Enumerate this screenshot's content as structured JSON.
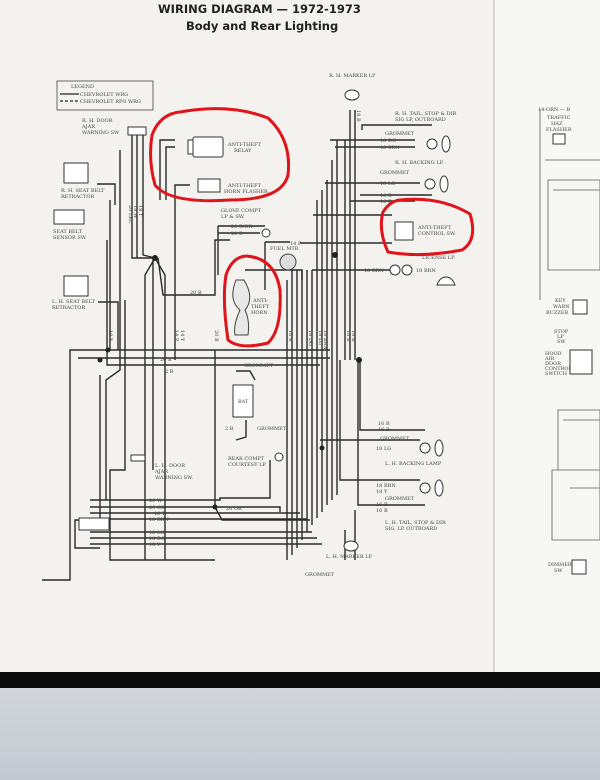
{
  "header": {
    "title": "WIRING  DIAGRAM — 1972-1973",
    "subtitle": "Body and Rear Lighting"
  },
  "legend": {
    "title": "LEGEND",
    "solid": "CHEVROLET WRG",
    "dashed": "CHEVROLET RPO WRG"
  },
  "components": {
    "rh_door_ajar": [
      "R. H. DOOR",
      "AJAR",
      "WARNING SW"
    ],
    "anti_theft_relay": [
      "ANTI-THEFT",
      "RELAY"
    ],
    "anti_theft_horn_flasher": [
      "ANTI-THEFT",
      "HORN FLASHER"
    ],
    "rh_seat_belt_retractor": [
      "R. H. SEAT BELT",
      "RETRACTOR"
    ],
    "seat_belt_sensor": [
      "SEAT BELT",
      "SENSOR SW."
    ],
    "lh_seat_belt_retractor": [
      "L. H. SEAT BELT",
      "RETRACTOR"
    ],
    "glove_compt": [
      "GLOVE COMPT",
      "LP & SW."
    ],
    "fuel_mtr": "FUEL MTR",
    "anti_theft_horn": [
      "ANTI-",
      "THEFT",
      "HORN"
    ],
    "rh_marker": "R. H. MARKER LP",
    "rh_tail": [
      "R. H. TAIL, STOP & DIR",
      "SIG LP, OUTBOARD"
    ],
    "rh_backing": "R. H. BACKING LP.",
    "anti_theft_control": [
      "ANTI-THEFT",
      "CONTROL SW."
    ],
    "license_lp": "LICENSE LP.",
    "bat": "BAT",
    "lh_backing": "L. H. BACKING LAMP",
    "lh_door_ajar": [
      "L. H. DOOR",
      "AJAR",
      "WARNING SW."
    ],
    "rear_compt": [
      "REAR COMPT",
      "COURTESY LP."
    ],
    "lh_tail": [
      "L. H. TAIL, STOP & DIR",
      "SIG. LP. OUTBOARD"
    ],
    "lh_marker": "L. H. MARKER LP",
    "grommet": "GROMMET"
  },
  "wire_labels": {
    "rh_18dg": "18 DG",
    "rh_18brn": "18 BRN",
    "rh_18lg": "18 LG",
    "rh_16b_1": "16 B",
    "rh_16b_2": "16 B",
    "lic_18brn_1": "18 BRN",
    "lic_18brn_2": "18 BRN",
    "glove_20dbor": "20 B/OR",
    "glove_20b": "20 B",
    "fuel_14p": "14 P",
    "w20b": "20 B",
    "w20b_2": "20 B",
    "w2b": "2 B",
    "bat_2b": "2 B",
    "lh_16b_1": "16 B",
    "lh_16b_2": "16 B",
    "lh_18lg": "18 LG",
    "lh_18brn": "18 BRN",
    "lh_18y": "18 Y",
    "lh_16b_3": "16 B",
    "lh_16b_4": "16 B",
    "c_20w": "20 W",
    "c_20or": "20 OR",
    "c_18t": "18 T",
    "c_18brn": "18 BRN",
    "c_18lg": "18 LG",
    "c_18dg": "18 DG",
    "c_18y": "18 Y",
    "c_20or_2": "20 OR",
    "vertical": [
      "18 W",
      "18 T",
      "20 LBL",
      "18 Y",
      "14 Y",
      "14 P",
      "20 B",
      "16 B",
      "18 DG",
      "18 BRN",
      "18 LG",
      "18 B",
      "16 B",
      "18 B"
    ]
  },
  "right_page": {
    "traffic_haz": [
      "14-ORN — B",
      "TRAFFIC",
      "HAZ",
      "FLASHER"
    ],
    "key_warn": [
      "KEY",
      "WARN",
      "BUZZER"
    ],
    "stop_lp": [
      "STOP",
      "LP",
      "SW"
    ],
    "hood_air": [
      "HOOD",
      "AIR",
      "DOOR",
      "CONTROL",
      "SWITCH"
    ],
    "dimmer": [
      "DIMMER",
      "SW"
    ]
  },
  "colors": {
    "annotation": "#e0141b",
    "ink": "#2b2b2b",
    "paper": "#f3f2ee"
  }
}
